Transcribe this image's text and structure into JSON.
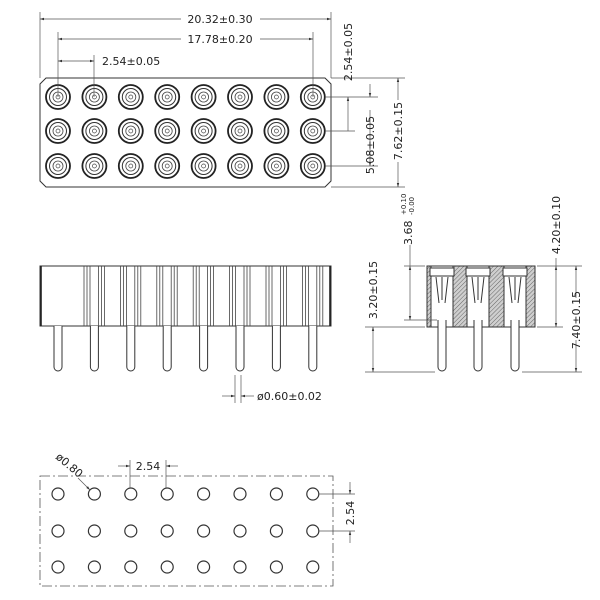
{
  "top_view": {
    "rows": 3,
    "columns": 8,
    "dims": {
      "overall_length": "20.32±0.30",
      "pin_span": "17.78±0.20",
      "pitch": "2.54±0.05",
      "row_pitch": "2.54±0.05",
      "two_row_span": "5.08±0.05",
      "overall_width": "7.62±0.15"
    }
  },
  "side_view": {
    "pins": 8,
    "dims": {
      "pin_diameter": "ø0.60±0.02"
    }
  },
  "end_view": {
    "pins": 3,
    "dims": {
      "pin_length": "3.20±0.15",
      "socket_depth": "3.68",
      "socket_depth_tol_plus": "+0.10",
      "socket_depth_tol_minus": "-0.00",
      "body_height": "4.20±0.10",
      "total_height": "7.40±0.15"
    }
  },
  "footprint": {
    "rows": 3,
    "columns": 8,
    "dims": {
      "hole_diameter": "ø0.80",
      "pitch_x": "2.54",
      "pitch_y": "2.54"
    }
  }
}
